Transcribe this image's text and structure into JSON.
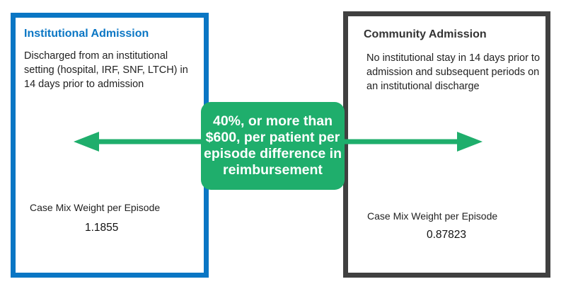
{
  "colors": {
    "institutional_border": "#0a76c4",
    "community_border": "#404040",
    "arrow": "#1fae6c",
    "center_box": "#1fae6c",
    "institutional_title": "#0a76c4",
    "community_title": "#333333"
  },
  "institutional": {
    "title": "Institutional Admission",
    "description": "Discharged from an institutional setting (hospital, IRF, SNF, LTCH) in 14 days prior to admission",
    "metric_label": "Case Mix Weight per Episode",
    "metric_value": "1.1855"
  },
  "community": {
    "title": "Community Admission",
    "description": "No institutional stay in 14 days prior to admission and subsequent periods on an institutional discharge",
    "metric_label": "Case Mix Weight per Episode",
    "metric_value": "0.87823"
  },
  "center": {
    "text": "40%, or more than $600, per patient per episode difference in reimbursement"
  }
}
